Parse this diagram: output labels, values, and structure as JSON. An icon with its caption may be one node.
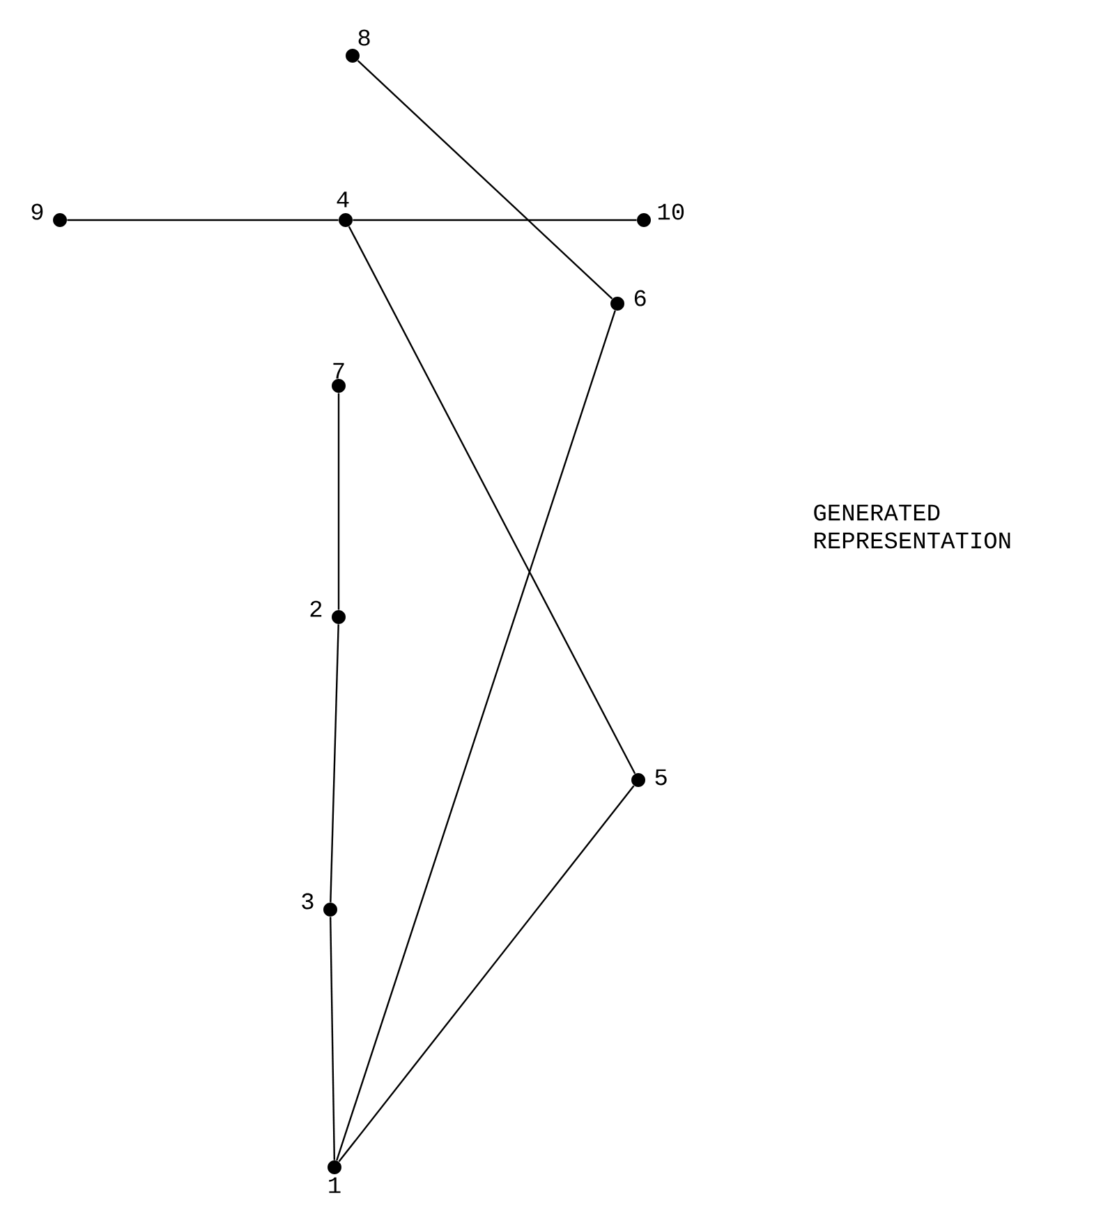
{
  "diagram": {
    "nodes": [
      {
        "text": [],
        "shape": "circle",
        "beside": [
          "8"
        ]
      },
      {
        "text": [],
        "shape": "circle",
        "beside": [
          "9"
        ]
      },
      {
        "text": [],
        "shape": "circle",
        "beside": [
          "4"
        ]
      },
      {
        "text": [],
        "shape": "circle",
        "beside": [
          "10"
        ]
      },
      {
        "text": [],
        "shape": "circle",
        "beside": [
          "6"
        ]
      },
      {
        "text": [],
        "shape": "circle",
        "beside": [
          "7"
        ]
      },
      {
        "text": [],
        "shape": "circle",
        "beside": [
          "2"
        ]
      },
      {
        "text": [],
        "shape": "circle",
        "beside": [
          "5"
        ]
      },
      {
        "text": [],
        "shape": "circle",
        "beside": [
          "3"
        ]
      },
      {
        "text": [],
        "shape": "circle",
        "beside": [
          "1"
        ]
      }
    ],
    "edges": [
      {
        "from": 0,
        "to": 4,
        "arrow": "none"
      },
      {
        "from": 1,
        "to": 2,
        "arrow": "none"
      },
      {
        "from": 2,
        "to": 3,
        "arrow": "none"
      },
      {
        "from": 2,
        "to": 7,
        "arrow": "none"
      },
      {
        "from": 5,
        "to": 6,
        "arrow": "none"
      },
      {
        "from": 6,
        "to": 8,
        "arrow": "none"
      },
      {
        "from": 8,
        "to": 9,
        "arrow": "none"
      },
      {
        "from": 9,
        "to": 4,
        "arrow": "none"
      },
      {
        "from": 9,
        "to": 7,
        "arrow": "none"
      }
    ],
    "labels": [
      "GENERATED REPRESENTATION"
    ]
  }
}
